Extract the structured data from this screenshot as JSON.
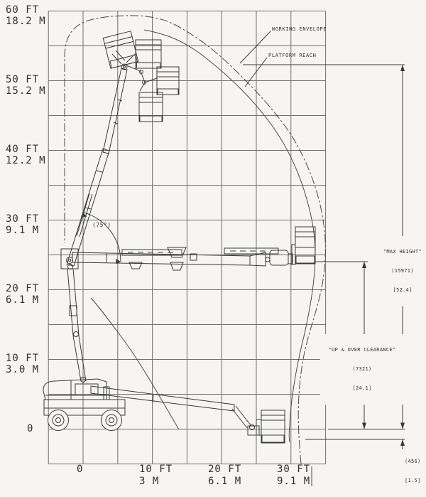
{
  "y_axis": {
    "labels": [
      {
        "ft": "60 FT",
        "m": "18.2 M"
      },
      {
        "ft": "50 FT",
        "m": "15.2 M"
      },
      {
        "ft": "40 FT",
        "m": "12.2 M"
      },
      {
        "ft": "30 FT",
        "m": "9.1 M"
      },
      {
        "ft": "20 FT",
        "m": "6.1 M"
      },
      {
        "ft": "10 FT",
        "m": "3.0 M"
      }
    ],
    "origin": "0"
  },
  "x_axis": {
    "origin": "0",
    "labels": [
      {
        "ft": "10 FT",
        "m": "3 M"
      },
      {
        "ft": "20 FT",
        "m": "6.1 M"
      },
      {
        "ft": "30 FT",
        "m": "9.1 M"
      }
    ]
  },
  "callouts": {
    "working_envelope": "WORKING ENVELOPE",
    "platform_reach": "PLATFORM REACH",
    "boom_angle": "(75°)"
  },
  "dimensions": {
    "max_height": {
      "name": "\"MAX HEIGHT\"",
      "mm": "(15971)",
      "ft": "[52.4]"
    },
    "up_and_over": {
      "name": "\"UP & OVER CLEARANCE\"",
      "mm": "(7321)",
      "ft": "[24.1]"
    },
    "below_grade": {
      "mm": "(456)",
      "ft": "[1.5]"
    }
  },
  "colors": {
    "line": "#3a3a3a",
    "grid": "#6f6f6f",
    "background": "#f6f5f3"
  }
}
